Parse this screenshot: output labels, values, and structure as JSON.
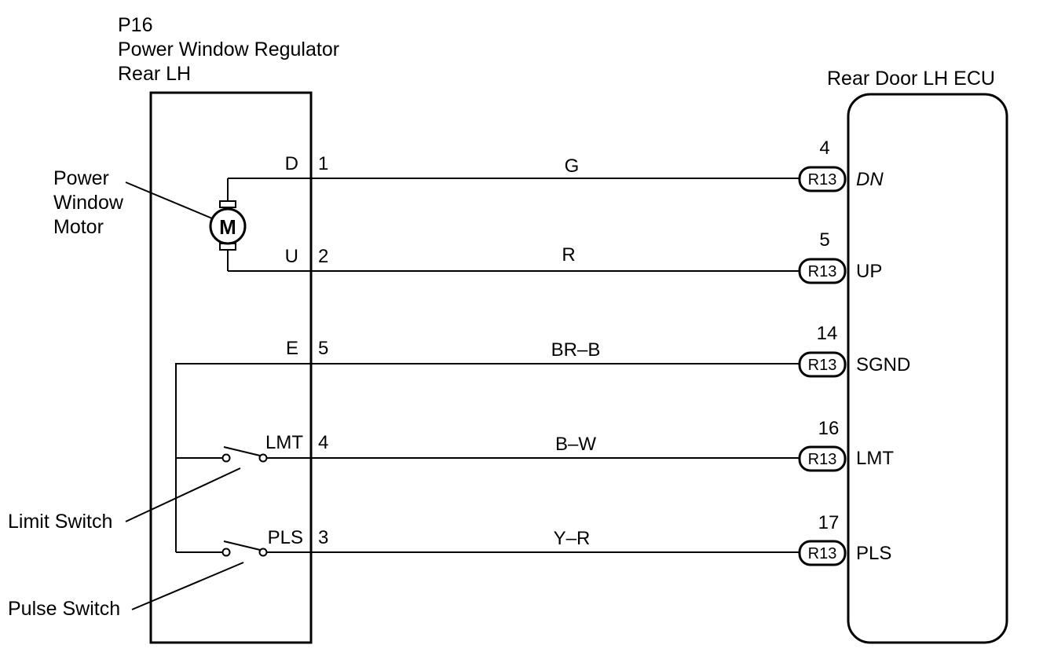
{
  "component": {
    "id": "P16",
    "name_line1": "Power Window Regulator",
    "name_line2": "Rear LH"
  },
  "ecu": {
    "name": "Rear Door LH ECU"
  },
  "motor": {
    "label_line1": "Power",
    "label_line2": "Window",
    "label_line3": "Motor",
    "symbol": "M"
  },
  "switches": {
    "limit": "Limit Switch",
    "pulse": "Pulse Switch"
  },
  "wires": [
    {
      "terminal": "D",
      "pin": "1",
      "color": "G",
      "connector": "R13",
      "ecu_pin": "4",
      "ecu_terminal": "DN"
    },
    {
      "terminal": "U",
      "pin": "2",
      "color": "R",
      "connector": "R13",
      "ecu_pin": "5",
      "ecu_terminal": "UP"
    },
    {
      "terminal": "E",
      "pin": "5",
      "color": "BR–B",
      "connector": "R13",
      "ecu_pin": "14",
      "ecu_terminal": "SGND"
    },
    {
      "terminal": "LMT",
      "pin": "4",
      "color": "B–W",
      "connector": "R13",
      "ecu_pin": "16",
      "ecu_terminal": "LMT"
    },
    {
      "terminal": "PLS",
      "pin": "3",
      "color": "Y–R",
      "connector": "R13",
      "ecu_pin": "17",
      "ecu_terminal": "PLS"
    }
  ]
}
